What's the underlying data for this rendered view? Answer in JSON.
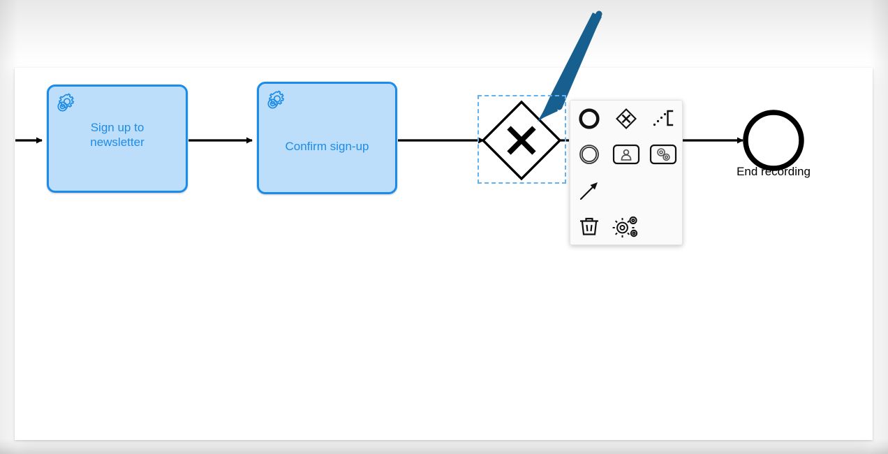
{
  "canvas": {
    "background_color": "#ffffff",
    "frame_color": "#e8e8e8"
  },
  "diagram": {
    "type": "bpmn-process",
    "accent_color": "#1a8ceb",
    "task_fill_color": "#bcdefa",
    "task_text_color": "#1c8ce8",
    "selection_color": "#5fb3f5",
    "pointer_color": "#165f8f",
    "elements": [
      {
        "id": "start-flow-arrow",
        "kind": "sequence-flow",
        "name": "incoming-sequence-flow"
      },
      {
        "id": "task-signup",
        "kind": "service-task",
        "name": "Sign up to newsletter",
        "label": "Sign up to\nnewsletter",
        "icon": "gears-icon"
      },
      {
        "id": "flow-signup-confirm",
        "kind": "sequence-flow",
        "name": "sequence-flow"
      },
      {
        "id": "task-confirm",
        "kind": "service-task",
        "name": "Confirm sign-up",
        "label": "Confirm sign-up",
        "icon": "gears-icon"
      },
      {
        "id": "flow-confirm-gateway",
        "kind": "sequence-flow",
        "name": "sequence-flow"
      },
      {
        "id": "gateway-exclusive",
        "kind": "exclusive-gateway",
        "name": "exclusive-gateway",
        "label": "",
        "marker": "X",
        "selected": true
      },
      {
        "id": "flow-gateway-end",
        "kind": "sequence-flow",
        "name": "sequence-flow"
      },
      {
        "id": "end-event",
        "kind": "end-event",
        "name": "End recording",
        "label": "End recording"
      }
    ]
  },
  "context_pad": {
    "title": "context-pad",
    "background_color": "#fafafa",
    "items": [
      {
        "id": "append-end-event",
        "icon": "end-event-icon",
        "label": "Append EndEvent"
      },
      {
        "id": "append-gateway",
        "icon": "gateway-icon",
        "label": "Append Gateway"
      },
      {
        "id": "append-text-annotation",
        "icon": "text-annotation-icon",
        "label": "Append TextAnnotation"
      },
      {
        "id": "append-intermediate-event",
        "icon": "intermediate-event-icon",
        "label": "Append Intermediate/Boundary Event"
      },
      {
        "id": "append-user-task",
        "icon": "user-task-icon",
        "label": "Append User Task"
      },
      {
        "id": "append-service-task",
        "icon": "service-task-icon",
        "label": "Append Service Task"
      },
      {
        "id": "connect",
        "icon": "connect-arrow-icon",
        "label": "Connect using Sequence/MessageFlow"
      },
      {
        "id": "spacer-1",
        "icon": "",
        "label": ""
      },
      {
        "id": "spacer-2",
        "icon": "",
        "label": ""
      },
      {
        "id": "delete",
        "icon": "trash-icon",
        "label": "Remove"
      },
      {
        "id": "change-type",
        "icon": "gears-icon",
        "label": "Change type"
      },
      {
        "id": "spacer-3",
        "icon": "",
        "label": ""
      }
    ]
  },
  "annotation": {
    "pointer": {
      "name": "pointer-arrow",
      "color": "#165f8f",
      "points_to": "exclusive-gateway"
    }
  }
}
